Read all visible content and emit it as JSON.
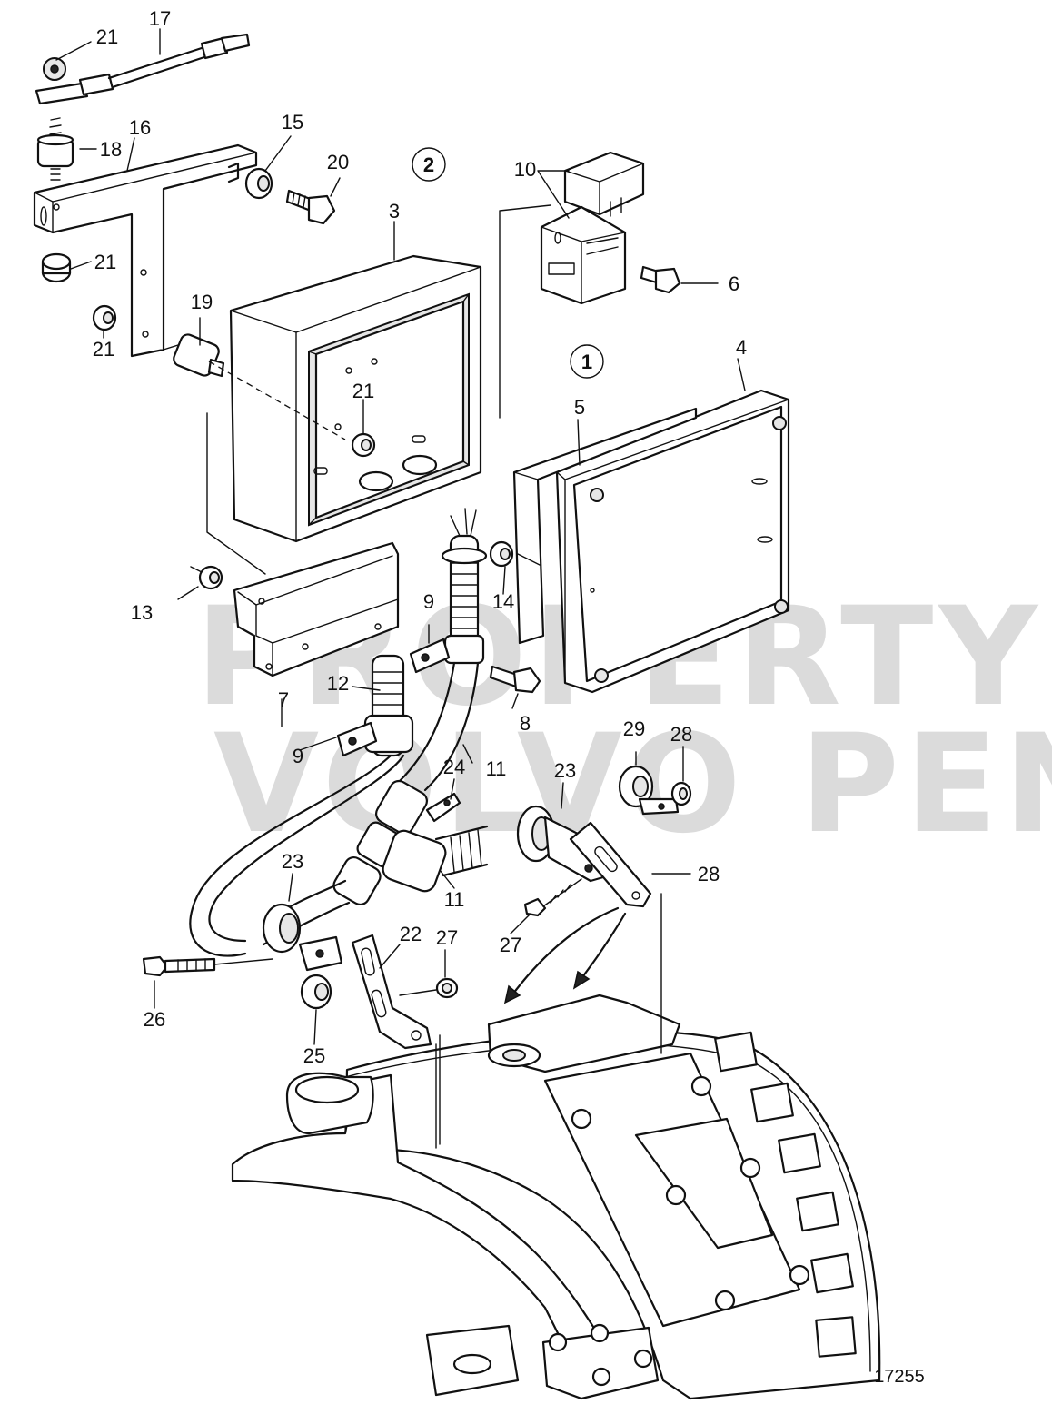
{
  "diagram": {
    "watermark": [
      "PROPERTY OF",
      "VOLVO PENTA"
    ],
    "figure_number": "17255",
    "circled_labels": [
      "1",
      "2"
    ],
    "callouts": [
      "3",
      "4",
      "5",
      "6",
      "7",
      "8",
      "9",
      "9",
      "10",
      "11",
      "11",
      "12",
      "13",
      "14",
      "15",
      "16",
      "17",
      "18",
      "19",
      "20",
      "21",
      "21",
      "21",
      "21",
      "22",
      "23",
      "23",
      "24",
      "25",
      "26",
      "27",
      "27",
      "28",
      "28",
      "29"
    ]
  }
}
